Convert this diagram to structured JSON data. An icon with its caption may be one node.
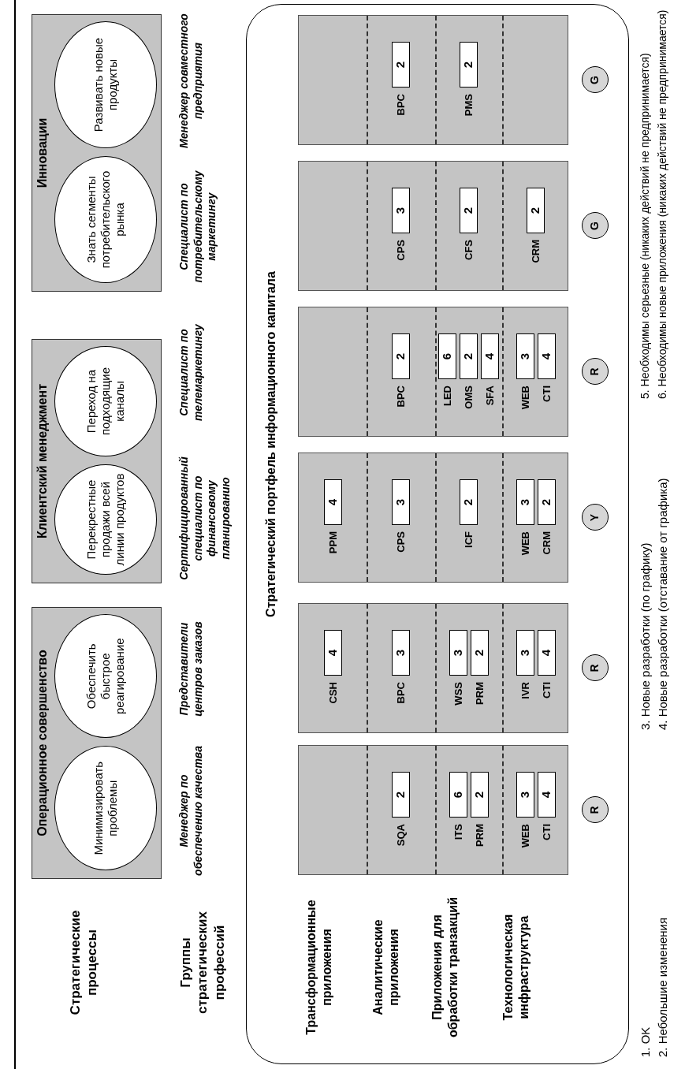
{
  "diagram": {
    "nodes": [
      {
        "text": [
          "Операционное совершенство"
        ]
      },
      {
        "text": [
          "Минимизировать проблемы"
        ],
        "in": 0
      },
      {
        "text": [
          "Обеспечить быстрое реагирование"
        ],
        "in": 0
      },
      {
        "text": [
          "Клиентский менеджмент"
        ]
      },
      {
        "text": [
          "Перекрестные продажи всей линии продуктов"
        ],
        "in": 3
      },
      {
        "text": [
          "Переход на подходящие каналы"
        ],
        "in": 3
      },
      {
        "text": [
          "Инновации"
        ]
      },
      {
        "text": [
          "Знать сегменты потребительского рынка"
        ],
        "in": 6
      },
      {
        "text": [
          "Развивать новые продукты"
        ],
        "in": 6
      },
      {
        "text": [
          "Стратегический портфель информационного капитала"
        ]
      },
      {
        "text": [],
        "shape": "box",
        "in": 9
      },
      {
        "text": [
          "2"
        ],
        "beside": [
          "SQA"
        ],
        "in": 10
      },
      {
        "text": [
          "6"
        ],
        "beside": [
          "ITS"
        ],
        "in": 10
      },
      {
        "text": [
          "2"
        ],
        "beside": [
          "PRM"
        ],
        "in": 10
      },
      {
        "text": [
          "3"
        ],
        "beside": [
          "WEB"
        ],
        "in": 10
      },
      {
        "text": [
          "4"
        ],
        "beside": [
          "CTI"
        ],
        "in": 10
      },
      {
        "text": [
          "R"
        ],
        "in": 9
      },
      {
        "text": [],
        "shape": "box",
        "in": 9
      },
      {
        "text": [
          "4"
        ],
        "beside": [
          "CSH"
        ],
        "in": 17
      },
      {
        "text": [
          "3"
        ],
        "beside": [
          "BPC"
        ],
        "in": 17
      },
      {
        "text": [
          "3"
        ],
        "beside": [
          "WSS"
        ],
        "in": 17
      },
      {
        "text": [
          "2"
        ],
        "beside": [
          "PRM"
        ],
        "in": 17
      },
      {
        "text": [
          "3"
        ],
        "beside": [
          "IVR"
        ],
        "in": 17
      },
      {
        "text": [
          "4"
        ],
        "beside": [
          "CTI"
        ],
        "in": 17
      },
      {
        "text": [
          "R"
        ],
        "in": 9
      },
      {
        "text": [],
        "shape": "box",
        "in": 9
      },
      {
        "text": [
          "4"
        ],
        "beside": [
          "PPM"
        ],
        "in": 25
      },
      {
        "text": [
          "3"
        ],
        "beside": [
          "CPS"
        ],
        "in": 25
      },
      {
        "text": [
          "2"
        ],
        "beside": [
          "ICF"
        ],
        "in": 25
      },
      {
        "text": [
          "3"
        ],
        "beside": [
          "WEB"
        ],
        "in": 25
      },
      {
        "text": [
          "2"
        ],
        "beside": [
          "CRM"
        ],
        "in": 25
      },
      {
        "text": [
          "Y"
        ],
        "in": 9
      },
      {
        "text": [],
        "shape": "box",
        "in": 9
      },
      {
        "text": [
          "2"
        ],
        "beside": [
          "BPC"
        ],
        "in": 32
      },
      {
        "text": [
          "6"
        ],
        "beside": [
          "LED"
        ],
        "in": 32
      },
      {
        "text": [
          "2"
        ],
        "beside": [
          "OMS"
        ],
        "in": 32
      },
      {
        "text": [
          "4"
        ],
        "beside": [
          "SFA"
        ],
        "in": 32
      },
      {
        "text": [
          "3"
        ],
        "beside": [
          "WEB"
        ],
        "in": 32
      },
      {
        "text": [
          "4"
        ],
        "beside": [
          "CTI"
        ],
        "in": 32
      },
      {
        "text": [
          "R"
        ],
        "in": 9
      },
      {
        "text": [],
        "shape": "box",
        "in": 9
      },
      {
        "text": [
          "3"
        ],
        "beside": [
          "CPS"
        ],
        "in": 40
      },
      {
        "text": [
          "2"
        ],
        "beside": [
          "CFS"
        ],
        "in": 40
      },
      {
        "text": [
          "2"
        ],
        "beside": [
          "CRM"
        ],
        "in": 40
      },
      {
        "text": [
          "G"
        ],
        "in": 9
      },
      {
        "text": [],
        "shape": "box",
        "in": 9
      },
      {
        "text": [
          "2"
        ],
        "beside": [
          "BPC"
        ],
        "in": 45
      },
      {
        "text": [
          "2"
        ],
        "beside": [
          "PMS"
        ],
        "in": 45
      },
      {
        "text": [
          "G"
        ],
        "in": 9
      }
    ],
    "labels": [
      "Стратегические процессы",
      "Группы стратегических профессий",
      "Менеджер по обеспечению качества",
      "Представители центров заказов",
      "Сертифицированный специалист по финансовому планированию",
      "Специалист по телемаркетингу",
      "Специалист по потребительскому маркетингу",
      "Менеджер совместного предприятия",
      "Трансформационные приложения",
      "Аналитические приложения",
      "Приложения для обработки транзакций",
      "Технологическая инфраструктура",
      "1. OK",
      "2. Небольшие изменения",
      "3. Новые разработки (по графику)",
      "4. Новые разработки (отставание от графика)",
      "5. Необходимы серьезные (никаких действий не предпринимается)",
      "6. Необходимы новые приложения (никаких действий не предпринимается)"
    ]
  }
}
